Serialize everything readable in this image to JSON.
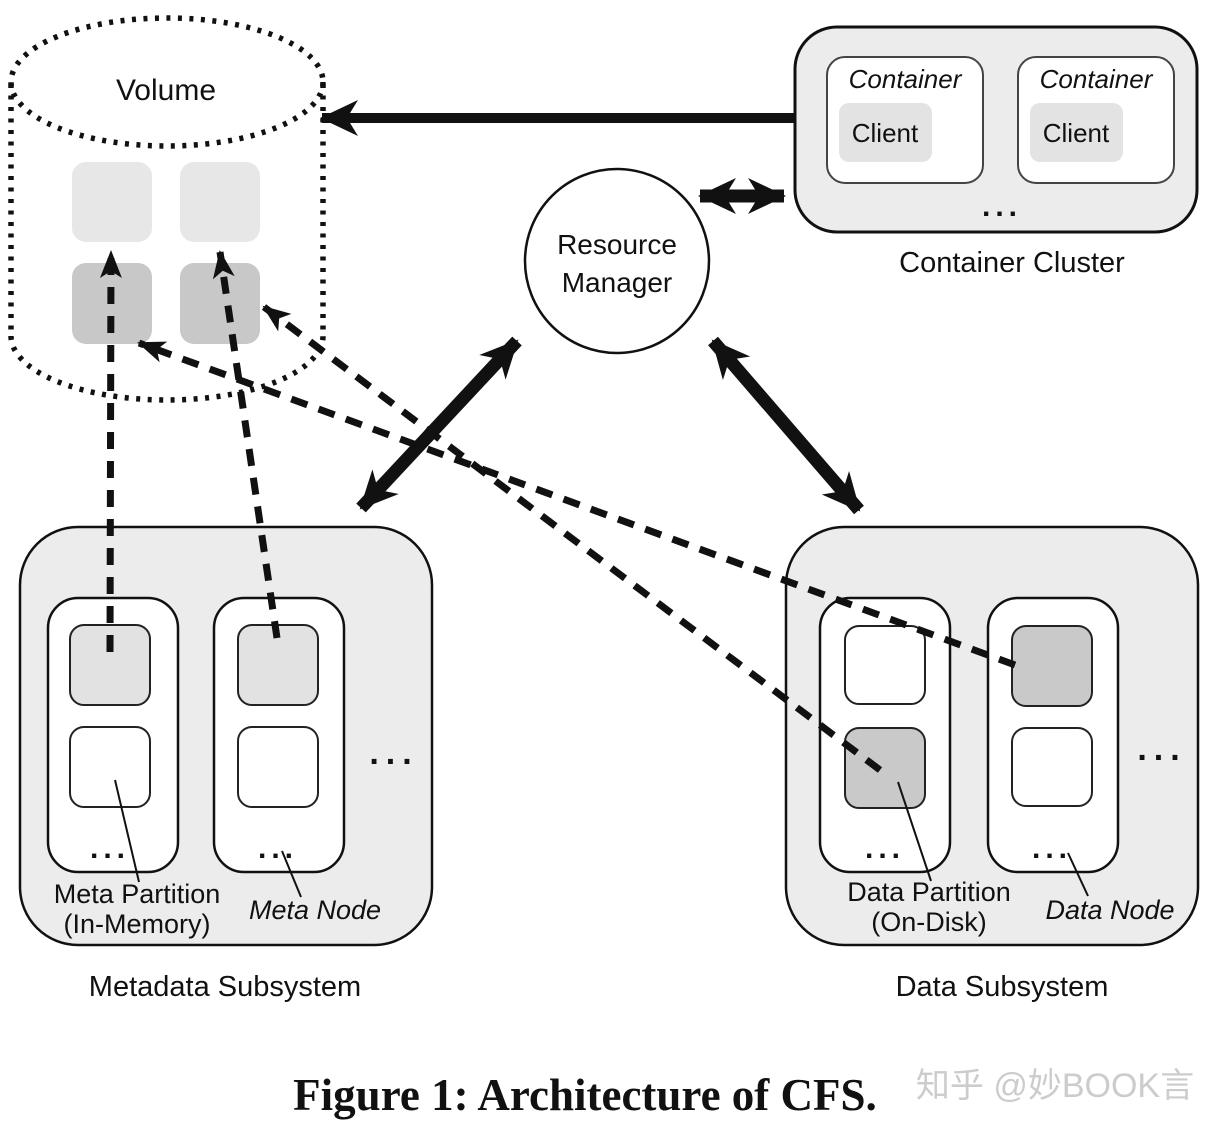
{
  "colors": {
    "box_fill": "#ececec",
    "node_fill": "#ffffff",
    "light_gray": "#e5e5e5",
    "dark_gray": "#c8c8c8",
    "stroke": "#111111",
    "watermark_gray": "#c7c7c7"
  },
  "volume": {
    "label": "Volume"
  },
  "container_cluster": {
    "label": "Container Cluster",
    "containers": [
      {
        "label": "Container",
        "client_label": "Client"
      },
      {
        "label": "Container",
        "client_label": "Client"
      }
    ],
    "ellipsis": "..."
  },
  "resource_manager": {
    "label_line1": "Resource",
    "label_line2": "Manager"
  },
  "metadata_subsystem": {
    "label": "Metadata Subsystem",
    "partition_label_line1": "Meta Partition",
    "partition_label_line2": "(In-Memory)",
    "node_label": "Meta Node",
    "node_ellipsis": "...",
    "more_nodes_ellipsis": "..."
  },
  "data_subsystem": {
    "label": "Data Subsystem",
    "partition_label_line1": "Data Partition",
    "partition_label_line2": "(On-Disk)",
    "node_label": "Data Node",
    "node_ellipsis": "...",
    "more_nodes_ellipsis": "..."
  },
  "caption": "Figure 1: Architecture of CFS.",
  "watermark": "知乎 @妙BOOK言"
}
